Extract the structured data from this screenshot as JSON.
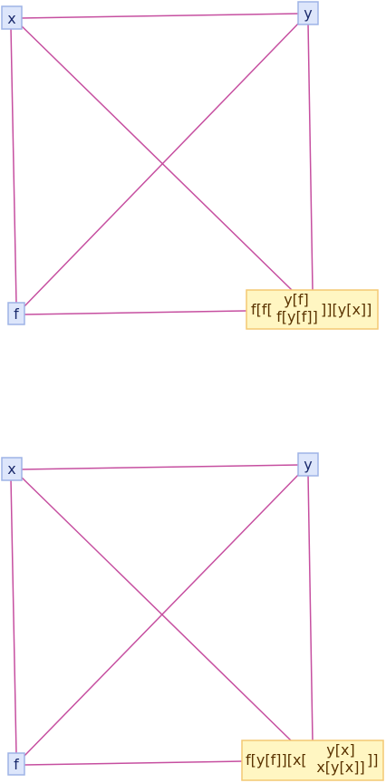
{
  "graphs": [
    {
      "nodes": {
        "x": "x",
        "y": "y",
        "f": "f",
        "result": {
          "prefix": "f[f[",
          "inner_top": "y[f]",
          "inner_bottom": "f[y[f]]",
          "suffix": "]][y[x]]"
        }
      }
    },
    {
      "nodes": {
        "x": "x",
        "y": "y",
        "f": "f",
        "result": {
          "prefix": "f[y[f]][x[",
          "inner_top": "y[x]",
          "inner_bottom": "x[y[x]]",
          "suffix": "]]"
        }
      }
    }
  ],
  "colors": {
    "edge": "#c64fa0",
    "vertex_fill": "#dde6fb",
    "vertex_stroke": "#9eb3e6",
    "highlight_fill": "#fff6c2",
    "highlight_stroke": "#f4c873"
  }
}
